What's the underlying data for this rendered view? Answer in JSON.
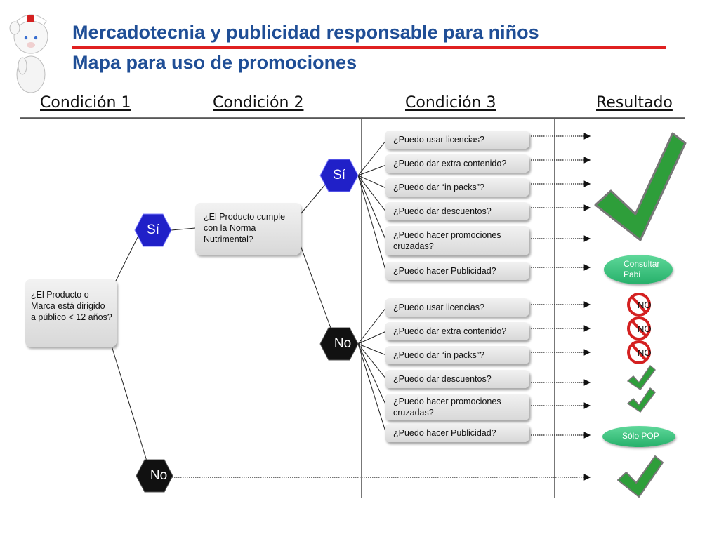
{
  "header": {
    "title_line1": "Mercadotecnia y publicidad responsable para niños",
    "title_line2": "Mapa para uso de promociones"
  },
  "columns": [
    "Condición 1",
    "Condición 2",
    "Condición 3",
    "Resultado"
  ],
  "nodes": {
    "q_publico": "¿El Producto o Marca está dirigido a público < 12 años?",
    "q_norma": "¿El Producto cumple con la Norma Nutrimental?",
    "si_1": "Sí",
    "no_1": "No",
    "si_2": "Sí",
    "no_2": "No"
  },
  "questions_si": [
    "¿Puedo usar licencias?",
    "¿Puedo dar extra contenido?",
    "¿Puedo dar “in packs”?",
    "¿Puedo dar descuentos?",
    "¿Puedo hacer promociones cruzadas?",
    "¿Puedo hacer Publicidad?"
  ],
  "questions_no": [
    "¿Puedo usar licencias?",
    "¿Puedo dar extra contenido?",
    "¿Puedo dar “in packs”?",
    "¿Puedo dar descuentos?",
    "¿Puedo hacer promociones cruzadas?",
    "¿Puedo hacer Publicidad?"
  ],
  "results": {
    "consultar": "Consultar Pabi",
    "no_labels": [
      "NO",
      "NO",
      "NO"
    ],
    "solo_pop": "Sólo POP"
  },
  "colors": {
    "title": "#1f4e96",
    "accent_line": "#e02020",
    "hex_si": "#2020c8",
    "hex_no": "#111111",
    "check_green": "#2e9e3a",
    "pill_green": "#26b06a",
    "prohibited_red": "#d42020"
  }
}
